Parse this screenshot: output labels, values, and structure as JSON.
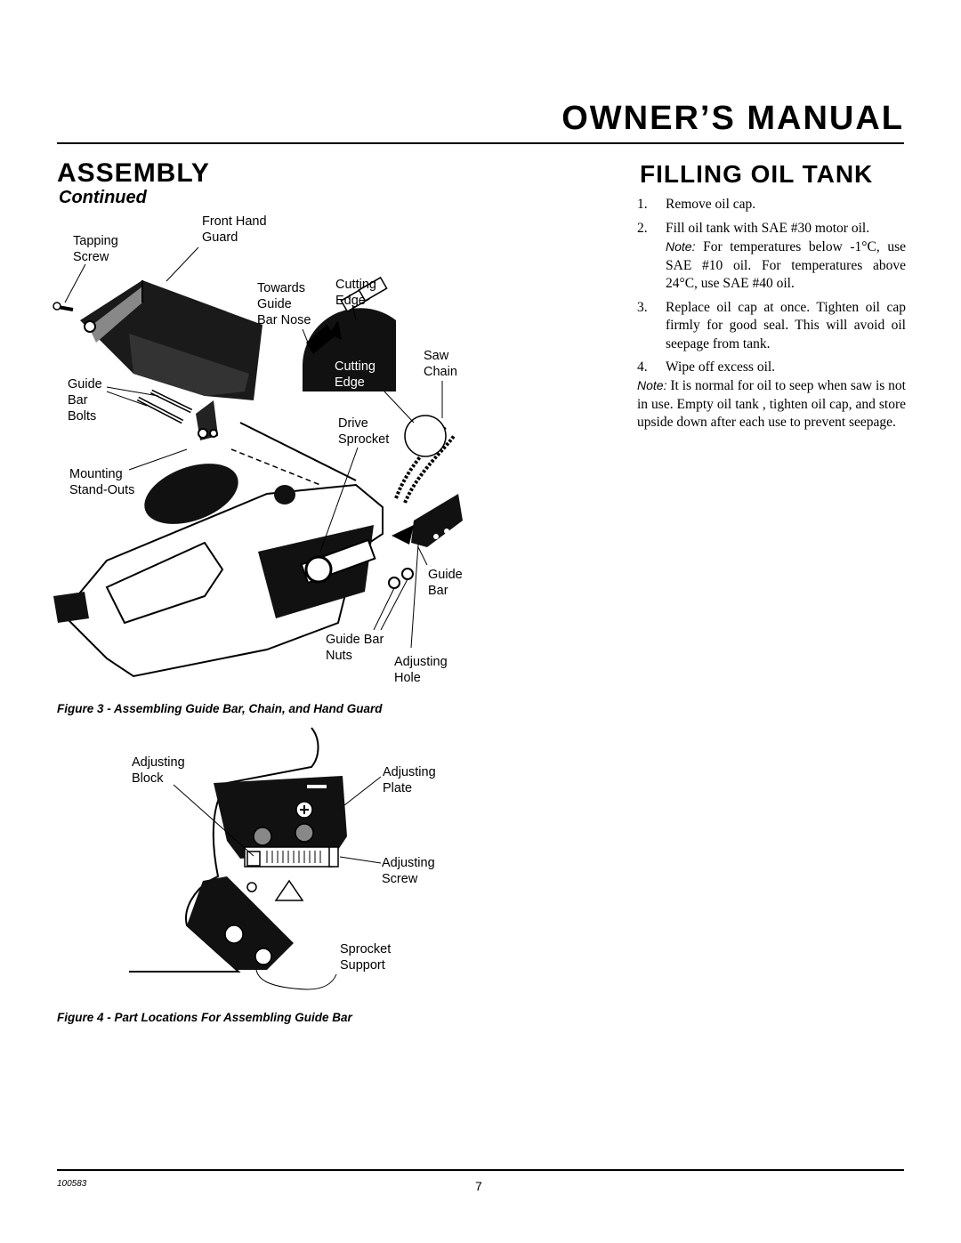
{
  "header": {
    "title": "OWNER’S MANUAL"
  },
  "left": {
    "heading": "ASSEMBLY",
    "subheading": "Continued",
    "figure3": {
      "caption": "Figure 3 - Assembling Guide Bar, Chain, and Hand Guard",
      "labels": {
        "front_hand_guard": "Front Hand\nGuard",
        "tapping_screw": "Tapping\nScrew",
        "towards_guide_bar_nose": "Towards\nGuide\nBar Nose",
        "cutting_edge_top": "Cutting\nEdge",
        "cutting_edge_inset": "Cutting\nEdge",
        "saw_chain": "Saw\nChain",
        "guide_bar_bolts": "Guide\nBar\nBolts",
        "drive_sprocket": "Drive\nSprocket",
        "mounting_standouts": "Mounting\nStand-Outs",
        "guide_bar": "Guide\nBar",
        "guide_bar_nuts": "Guide Bar\nNuts",
        "adjusting_hole": "Adjusting\nHole"
      }
    },
    "figure4": {
      "caption": "Figure 4 - Part Locations For Assembling Guide Bar",
      "labels": {
        "adjusting_block": "Adjusting\nBlock",
        "adjusting_plate": "Adjusting\nPlate",
        "adjusting_screw": "Adjusting\nScrew",
        "sprocket_support": "Sprocket\nSupport"
      }
    }
  },
  "right": {
    "heading": "FILLING OIL TANK",
    "steps": [
      {
        "num": "1.",
        "text": "Remove oil cap."
      },
      {
        "num": "2.",
        "text": "Fill oil tank with SAE #30 motor oil.",
        "note_label": "Note:",
        "note_text": " For temperatures below -1°C, use SAE #10 oil. For temperatures above 24°C, use SAE #40 oil."
      },
      {
        "num": "3.",
        "text": "Replace oil cap at once. Tighten oil cap firmly for good seal. This will avoid oil seepage from tank."
      },
      {
        "num": "4.",
        "text": "Wipe off excess oil."
      }
    ],
    "note": {
      "label": "Note:",
      "text": " It is normal for oil to seep when saw is not in use. Empty oil tank , tighten oil cap, and store upside down after each use to prevent seepage."
    }
  },
  "footer": {
    "code": "100583",
    "page": "7"
  }
}
